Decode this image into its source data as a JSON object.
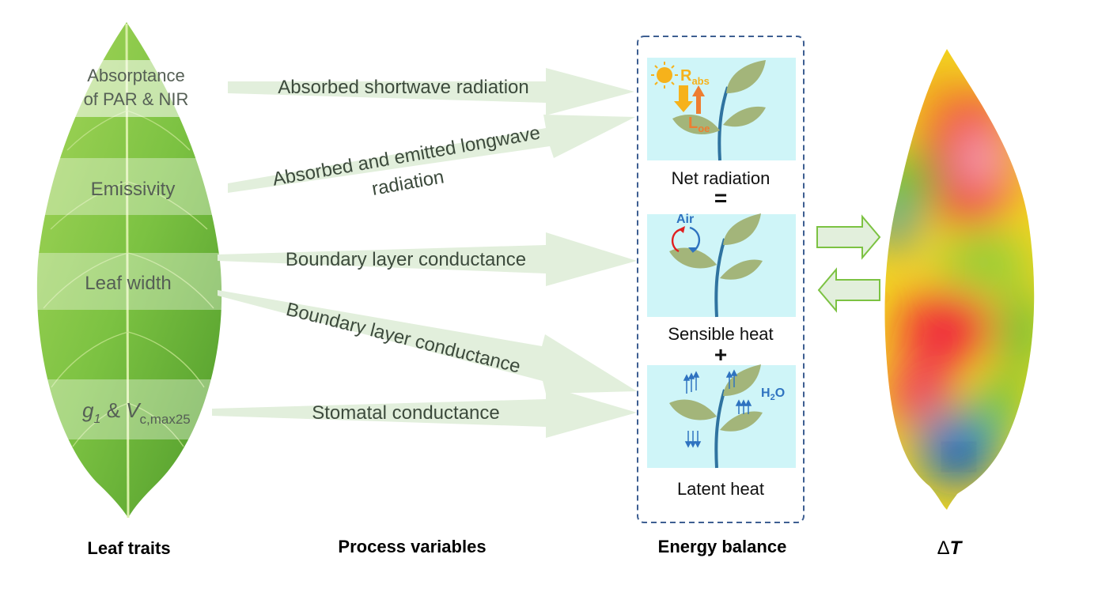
{
  "leaf_traits": {
    "trait_absorptance_line1": "Absorptance",
    "trait_absorptance_line2": "of PAR & NIR",
    "trait_emissivity": "Emissivity",
    "trait_leaf_width": "Leaf width",
    "trait_g1": "g",
    "trait_g1_sub": "1",
    "trait_amp": " & ",
    "trait_vc": "V",
    "trait_vc_sub": "c,max25",
    "column_label": "Leaf traits"
  },
  "process_variables": {
    "absorbed_shortwave": "Absorbed shortwave radiation",
    "longwave_line1": "Absorbed and emitted longwave",
    "longwave_line2": "radiation",
    "boundary_layer_1": "Boundary layer conductance",
    "boundary_layer_2": "Boundary layer conductance",
    "stomatal": "Stomatal conductance",
    "column_label": "Process variables"
  },
  "energy_balance": {
    "r_abs": "R",
    "r_abs_sub": "abs",
    "l_oe": "L",
    "l_oe_sub": "oe",
    "net_radiation": "Net radiation",
    "equals": "=",
    "air": "Air",
    "sensible_heat": "Sensible heat",
    "plus": "+",
    "h2o_h": "H",
    "h2o_sub": "2",
    "h2o_o": "O",
    "latent_heat": "Latent heat",
    "column_label": "Energy balance"
  },
  "delta_t": {
    "delta": "Δ",
    "t": "T"
  },
  "colors": {
    "leaf_green": "#7cc242",
    "arrow_fill": "#e2efdc",
    "panel_bg": "#cff5f8",
    "plant_leaf": "#a3b57a",
    "dashed_border": "#3d5e91",
    "sun": "#f6b21b",
    "loe": "#ee7d31",
    "air_blue": "#2f73c0"
  }
}
